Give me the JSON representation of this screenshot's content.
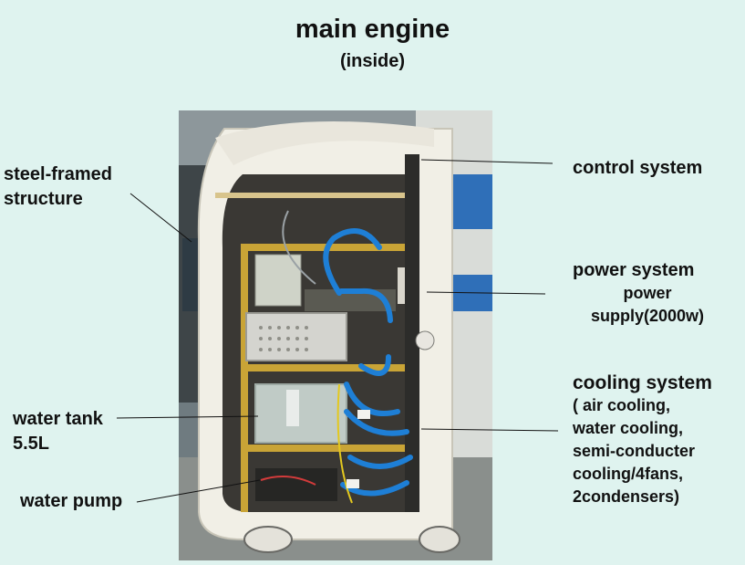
{
  "title": "main engine",
  "subtitle": "(inside)",
  "labels": {
    "steel_frame": [
      "steel-framed",
      "structure"
    ],
    "water_tank": [
      "water tank",
      "5.5L"
    ],
    "water_pump": "water pump",
    "control_system": "control system",
    "power_system": "power system",
    "power_supply": [
      "power",
      "supply(2000w)"
    ],
    "cooling_system": "cooling system",
    "cooling_details": [
      "( air cooling,",
      "water cooling,",
      "semi-conducter",
      "cooling/4fans,",
      "2condensers)"
    ]
  },
  "colors": {
    "background": "#dff3ef",
    "tubing": "#1e7fd6",
    "housing": "#f1efe6",
    "frame": "#c9a436"
  }
}
